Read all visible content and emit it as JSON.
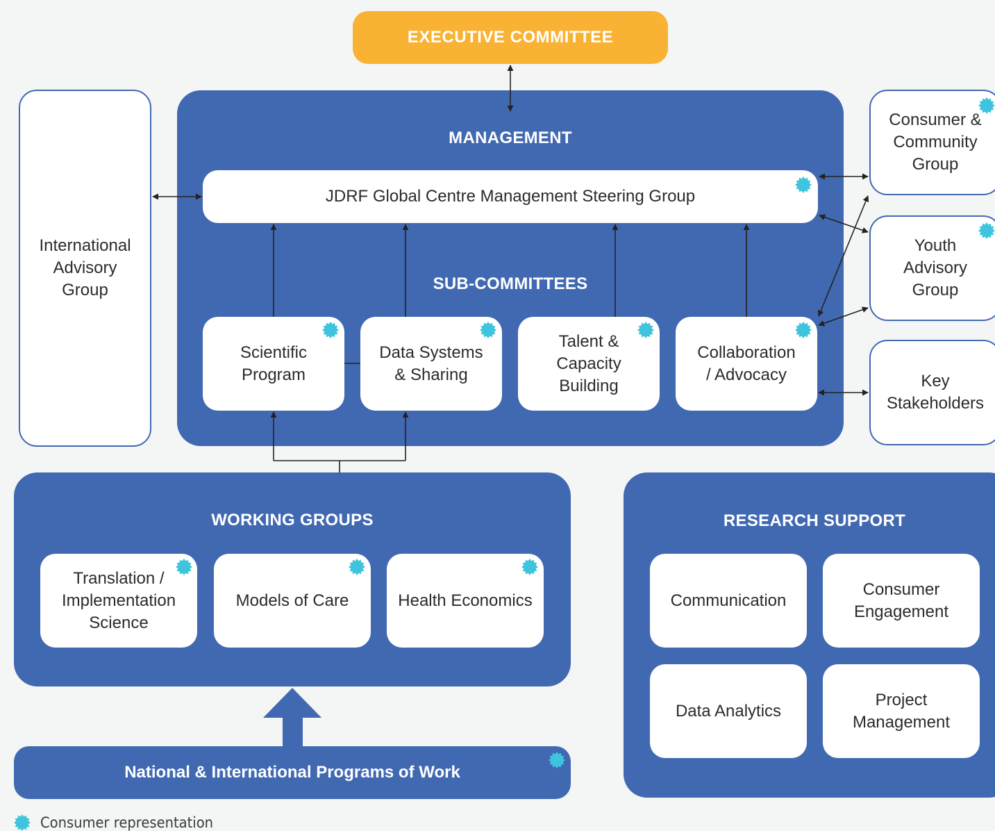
{
  "executive": "EXECUTIVE COMMITTEE",
  "management": {
    "heading": "MANAGEMENT",
    "steering_group": "JDRF Global Centre Management Steering Group",
    "subcommittees_heading": "SUB-COMMITTEES",
    "subcommittees": [
      "Scientific\nProgram",
      "Data Systems\n& Sharing",
      "Talent &\nCapacity\nBuilding",
      "Collaboration\n/ Advocacy"
    ]
  },
  "international_advisory": "International\nAdvisory\nGroup",
  "right_groups": {
    "consumer_community": "Consumer &\nCommunity\nGroup",
    "youth_advisory": "Youth\nAdvisory\nGroup",
    "key_stakeholders": "Key\nStakeholders"
  },
  "working_groups": {
    "heading": "WORKING GROUPS",
    "items": [
      "Translation /\nImplementation\nScience",
      "Models of Care",
      "Health Economics"
    ]
  },
  "research_support": {
    "heading": "RESEARCH SUPPORT",
    "items": [
      "Communication",
      "Consumer\nEngagement",
      "Data Analytics",
      "Project\nManagement"
    ]
  },
  "programs_of_work": "National & International Programs of Work",
  "legend": {
    "label": "Consumer representation",
    "color": "#3fc4dd"
  },
  "colors": {
    "panel": "#4169b2",
    "executive": "#f9b233",
    "consumer_star": "#3fc4dd"
  }
}
